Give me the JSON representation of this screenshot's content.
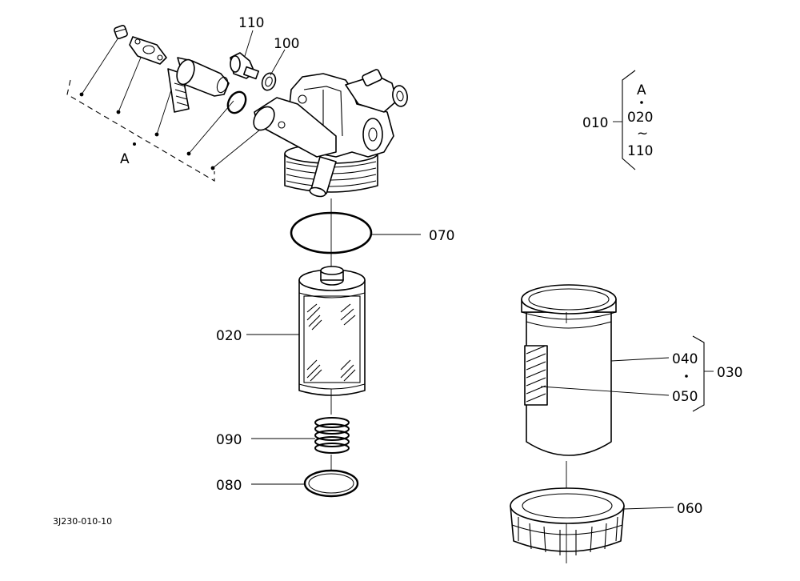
{
  "labels": {
    "p110": "110",
    "p100": "100",
    "p070": "070",
    "p020": "020",
    "p090": "090",
    "p080": "080",
    "p040": "040",
    "p050": "050",
    "p030": "030",
    "p060": "060",
    "p010": "010",
    "groupA": "A"
  },
  "legend": {
    "assembly": "010",
    "a": "A",
    "from": "020",
    "tilde": "~",
    "to": "110"
  },
  "drawing_code": "3J230-010-10"
}
